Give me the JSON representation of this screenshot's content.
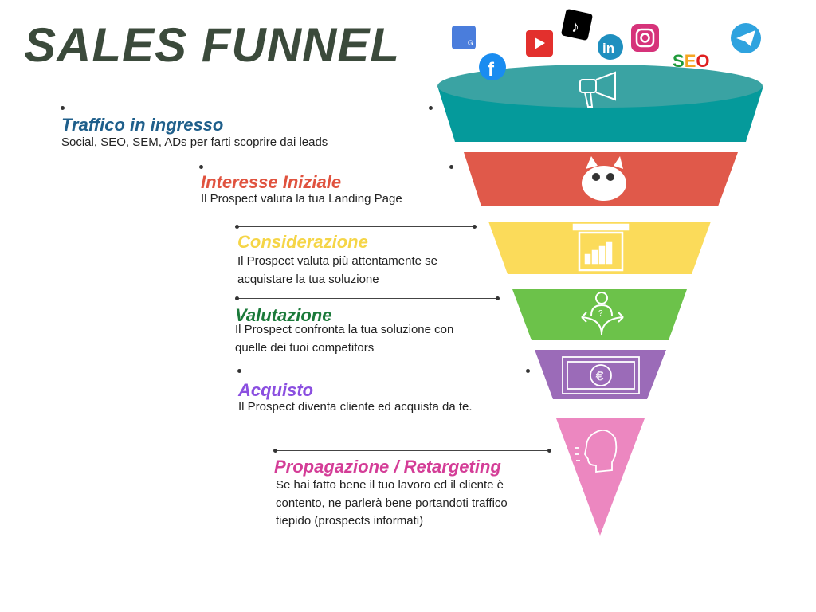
{
  "title": "SALES FUNNEL",
  "social_icons": [
    "google-my-business-icon",
    "facebook-icon",
    "youtube-icon",
    "tiktok-icon",
    "linkedin-icon",
    "instagram-icon",
    "seo-icon",
    "telegram-icon"
  ],
  "seo_logo_text": "SEO",
  "steps": [
    {
      "title": "Traffico in ingresso",
      "desc": "Social, SEO, SEM, ADs per farti scoprire dai leads",
      "color": "#1f5f8b",
      "funnel_color": "#059a9b",
      "icon": "megaphone-icon"
    },
    {
      "title": "Interesse Iniziale",
      "desc": "Il Prospect valuta la tua Landing Page",
      "color": "#e0533f",
      "funnel_color": "#e0594a",
      "icon": "cat-icon"
    },
    {
      "title": "Considerazione",
      "desc": "Il Prospect valuta più attentamente se acquistare la tua soluzione",
      "color": "#f5d547",
      "funnel_color": "#fbdb5a",
      "icon": "chart-board-icon"
    },
    {
      "title": "Valutazione",
      "desc": "Il Prospect confronta la tua soluzione con quelle dei tuoi competitors",
      "color": "#1b7a3a",
      "funnel_color": "#6cc24a",
      "icon": "decision-icon"
    },
    {
      "title": "Acquisto",
      "desc": "Il Prospect diventa cliente ed acquista da te.",
      "color": "#8b4fe0",
      "funnel_color": "#9b6bb8",
      "icon": "euro-banknote-icon"
    },
    {
      "title": "Propagazione / Retargeting",
      "desc": "Se hai fatto bene il tuo lavoro ed il cliente è contento, ne parlerà bene portandoti traffico tiepido (prospects informati)",
      "color": "#d43d97",
      "funnel_color": "#ec87c0",
      "icon": "speaking-head-icon"
    }
  ]
}
